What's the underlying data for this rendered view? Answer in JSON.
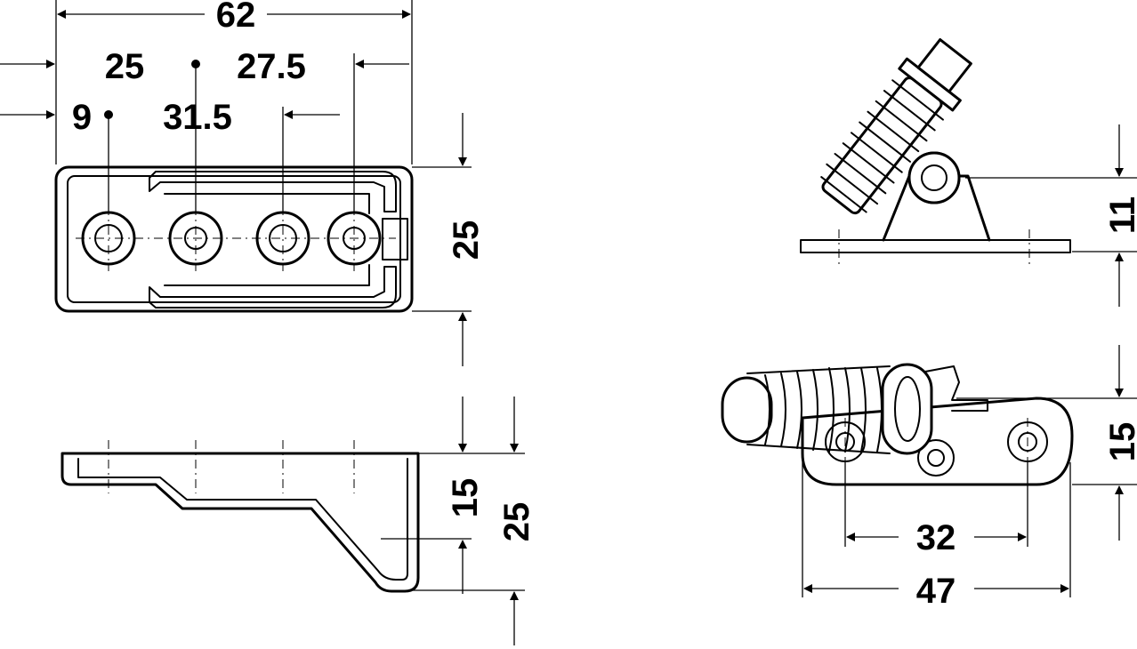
{
  "dimensions": {
    "top_view": {
      "overall_width": "62",
      "hole_1": "9",
      "hole_2": "25",
      "hole_3": "31.5",
      "hole_4": "27.5",
      "depth": "25"
    },
    "side_view": {
      "inner_height": "15",
      "overall_height": "25"
    },
    "angled_view": {
      "pivot_height": "11"
    },
    "spring_view": {
      "height": "15",
      "hole_spacing": "32",
      "overall_length": "47"
    }
  }
}
